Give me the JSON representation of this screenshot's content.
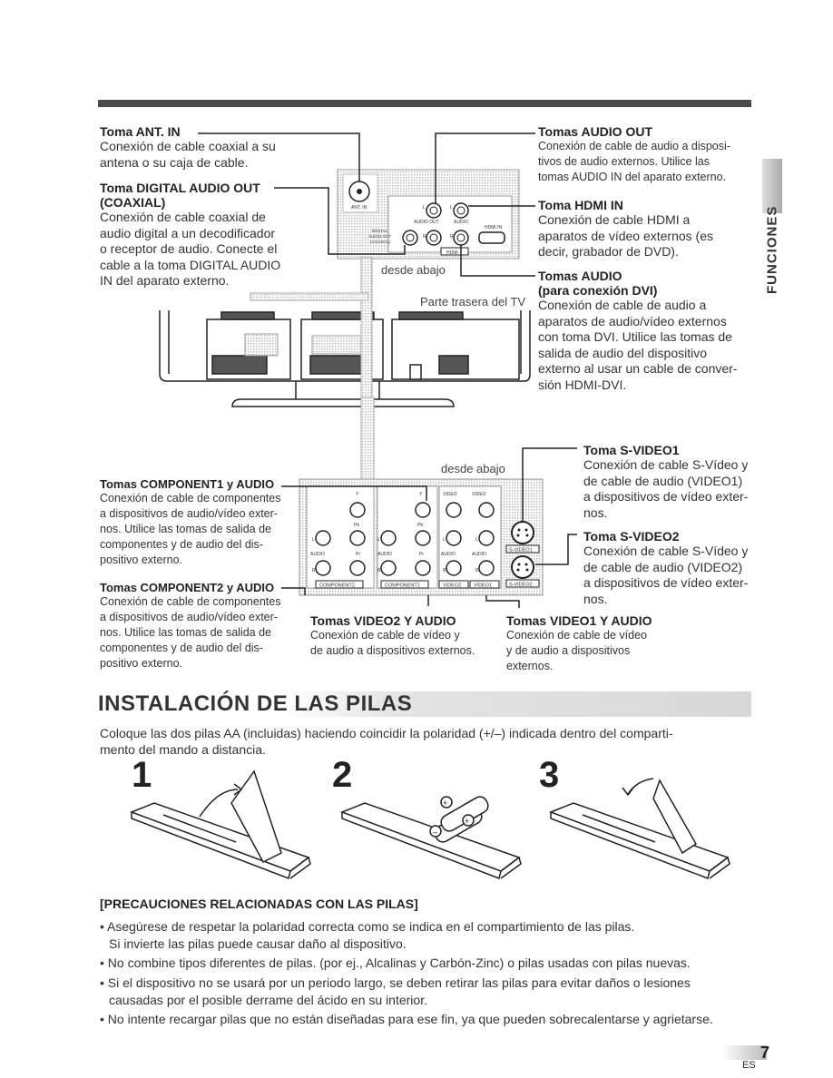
{
  "side_tab": "FUNCIONES",
  "callouts": {
    "ant_in": {
      "title": "Toma ANT. IN",
      "lines": [
        "Conexión de cable coaxial a su",
        "antena o su caja de cable."
      ]
    },
    "digital_audio": {
      "title_lines": [
        "Toma DIGITAL AUDIO OUT",
        "(COAXIAL)"
      ],
      "lines": [
        "Conexión de cable coaxial de",
        "audio digital a un decodificador",
        "o receptor de audio. Conecte el",
        "cable a la toma DIGITAL AUDIO",
        "IN del aparato externo."
      ]
    },
    "audio_out": {
      "title": "Tomas AUDIO OUT",
      "lines": [
        "Conexión de cable de audio a disposi-",
        "tivos de audio externos. Utilice las",
        "tomas AUDIO IN del aparato externo."
      ]
    },
    "hdmi_in": {
      "title": "Toma HDMI IN",
      "lines": [
        "Conexión de cable HDMI a",
        "aparatos de vídeo externos (es",
        "decir, grabador de DVD)."
      ]
    },
    "audio_dvi": {
      "title_lines": [
        "Tomas AUDIO",
        "(para conexión DVI)"
      ],
      "lines": [
        "Conexión de cable de audio a",
        "aparatos de audio/vídeo externos",
        "con toma DVI. Utilice las tomas de",
        "salida de audio del dispositivo",
        "externo al usar un cable de conver-",
        "sión HDMI-DVI."
      ]
    },
    "svideo1": {
      "title": "Toma S-VIDEO1",
      "lines": [
        "Conexión de cable S-Vídeo y",
        "de cable de audio (VIDEO1)",
        "a dispositivos de vídeo exter-",
        "nos."
      ]
    },
    "svideo2": {
      "title": "Toma S-VIDEO2",
      "lines": [
        "Conexión de cable S-Vídeo y",
        "de cable de audio (VIDEO2)",
        "a dispositivos de vídeo exter-",
        "nos."
      ]
    },
    "component1": {
      "title": "Tomas COMPONENT1 y AUDIO",
      "lines": [
        "Conexión de cable de componentes",
        "a dispositivos de audio/vídeo exter-",
        "nos. Utilice las tomas de salida de",
        "componentes y de  audio del dis-",
        "positivo externo."
      ]
    },
    "component2": {
      "title": "Tomas COMPONENT2 y AUDIO",
      "lines": [
        "Conexión de cable de componentes",
        "a dispositivos de audio/vídeo exter-",
        "nos. Utilice las tomas de salida de",
        "componentes y de  audio del dis-",
        "positivo externo."
      ]
    },
    "video2": {
      "title": "Tomas VIDEO2 Y AUDIO",
      "lines": [
        "Conexión de cable de vídeo y",
        "de audio a dispositivos externos."
      ]
    },
    "video1": {
      "title": "Tomas VIDEO1 Y AUDIO",
      "lines": [
        "Conexión de cable de vídeo",
        "y de audio a dispositivos",
        "externos."
      ]
    }
  },
  "diagram_labels": {
    "desde_abajo_1": "desde abajo",
    "parte_trasera": "Parte trasera del TV",
    "desde_abajo_2": "desde abajo",
    "ant_in": "ANT. IN",
    "digital": [
      "DIGITAL",
      "AUDIO OUT",
      "(COAXIAL)"
    ],
    "audio_out": "AUDIO OUT",
    "audio": "AUDIO",
    "hdmi_in": "HDMI IN",
    "hdmi": "HDMI",
    "l": "L",
    "r": "R",
    "y": "Y",
    "pb": "Pb",
    "pr": "Pr",
    "video": "VIDEO",
    "component2": "COMPONENT2",
    "component1": "COMPONENT1",
    "video2": "VIDEO2",
    "video1": "VIDEO1",
    "svideo1": "S-VIDEO1",
    "svideo2": "S-VIDEO2"
  },
  "battery_section": {
    "title": "INSTALACIÓN DE LAS PILAS",
    "intro_lines": [
      "Coloque las dos pilas AA (incluidas) haciendo coincidir la polaridad (+/–) indicada dentro del comparti-",
      "mento del mando a distancia."
    ],
    "steps": [
      "1",
      "2",
      "3"
    ]
  },
  "precautions": {
    "title": "[PRECAUCIONES RELACIONADAS CON LAS PILAS]",
    "bullets": [
      [
        "• Asegúrese de respetar la polaridad correcta como se indica en el compartimiento de las pilas.",
        "Si invierte las pilas puede causar daño al dispositivo."
      ],
      [
        "• No combine tipos diferentes de pilas. (por ej., Alcalinas y Carbón-Zinc) o pilas usadas con pilas nuevas."
      ],
      [
        "• Si el dispositivo no se usará por un periodo largo, se deben retirar las pilas para evitar daños o lesiones",
        "causadas por el posible derrame del ácido en su interior."
      ],
      [
        "• No intente recargar pilas que no están diseñadas para ese fin, ya que pueden sobrecalentarse y agrietarse."
      ]
    ]
  },
  "page": {
    "number": "7",
    "lang": "ES"
  }
}
